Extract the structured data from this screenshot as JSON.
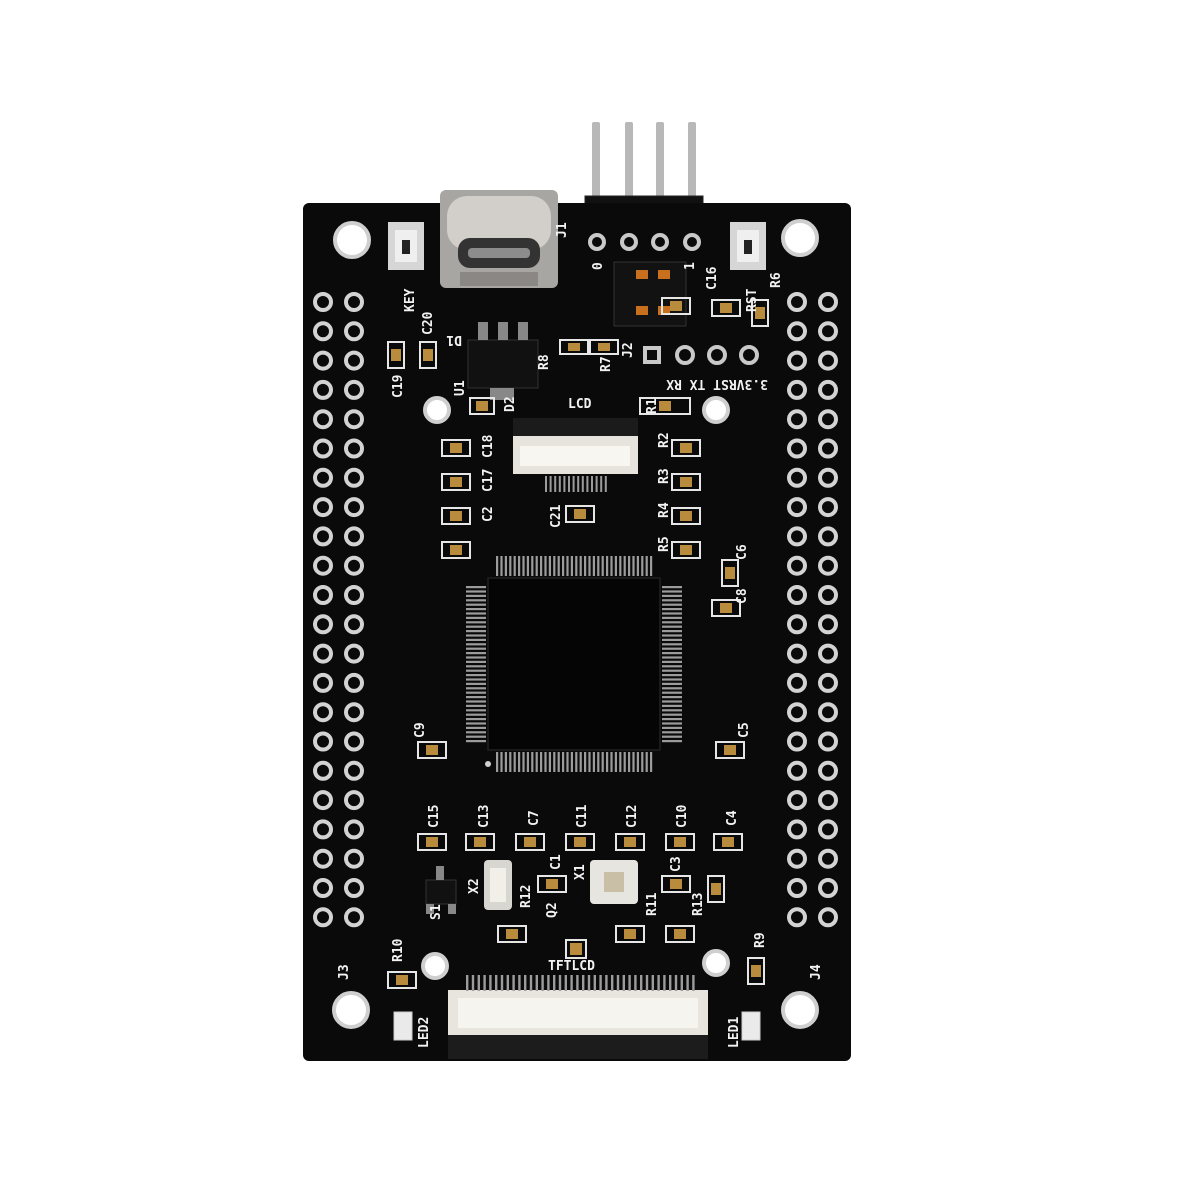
{
  "colors": {
    "background": "#ffffff",
    "pcb": "#0a0a0a",
    "silkscreen": "#f2f2f2",
    "pad": "#c9c9c9",
    "gold": "#b98b3c",
    "usb_metal": "#b7b4ae",
    "chip": "#050505",
    "pin": "#9c9c9c"
  },
  "labels": {
    "key": "KEY",
    "rst": "RST",
    "j1": "J1",
    "j2": "J2",
    "j3": "J3",
    "j4": "J4",
    "header_pins": "3.3VRST TX RX",
    "lcd": "LCD",
    "tftlcd": "TFTLCD",
    "u1": "U1",
    "d1": "D1",
    "d2": "D2",
    "x1": "X1",
    "x2": "X2",
    "q2": "Q2",
    "s1": "S1",
    "led1": "LED1",
    "led2": "LED2",
    "r1": "R1",
    "r2": "R2",
    "r3": "R3",
    "r4": "R4",
    "r5": "R5",
    "r6": "R6",
    "r7": "R7",
    "r8": "R8",
    "r9": "R9",
    "r10": "R10",
    "r11": "R11",
    "r12": "R12",
    "r13": "R13",
    "c1": "C1",
    "c2": "C2",
    "c3": "C3",
    "c4": "C4",
    "c5": "C5",
    "c6": "C6",
    "c7": "C7",
    "c8": "C8",
    "c9": "C9",
    "c10": "C10",
    "c11": "C11",
    "c12": "C12",
    "c13": "C13",
    "c15": "C15",
    "c16": "C16",
    "c17": "C17",
    "c18": "C18",
    "c19": "C19",
    "c20": "C20",
    "c21": "C21",
    "boot0": "0",
    "boot1": "1"
  }
}
